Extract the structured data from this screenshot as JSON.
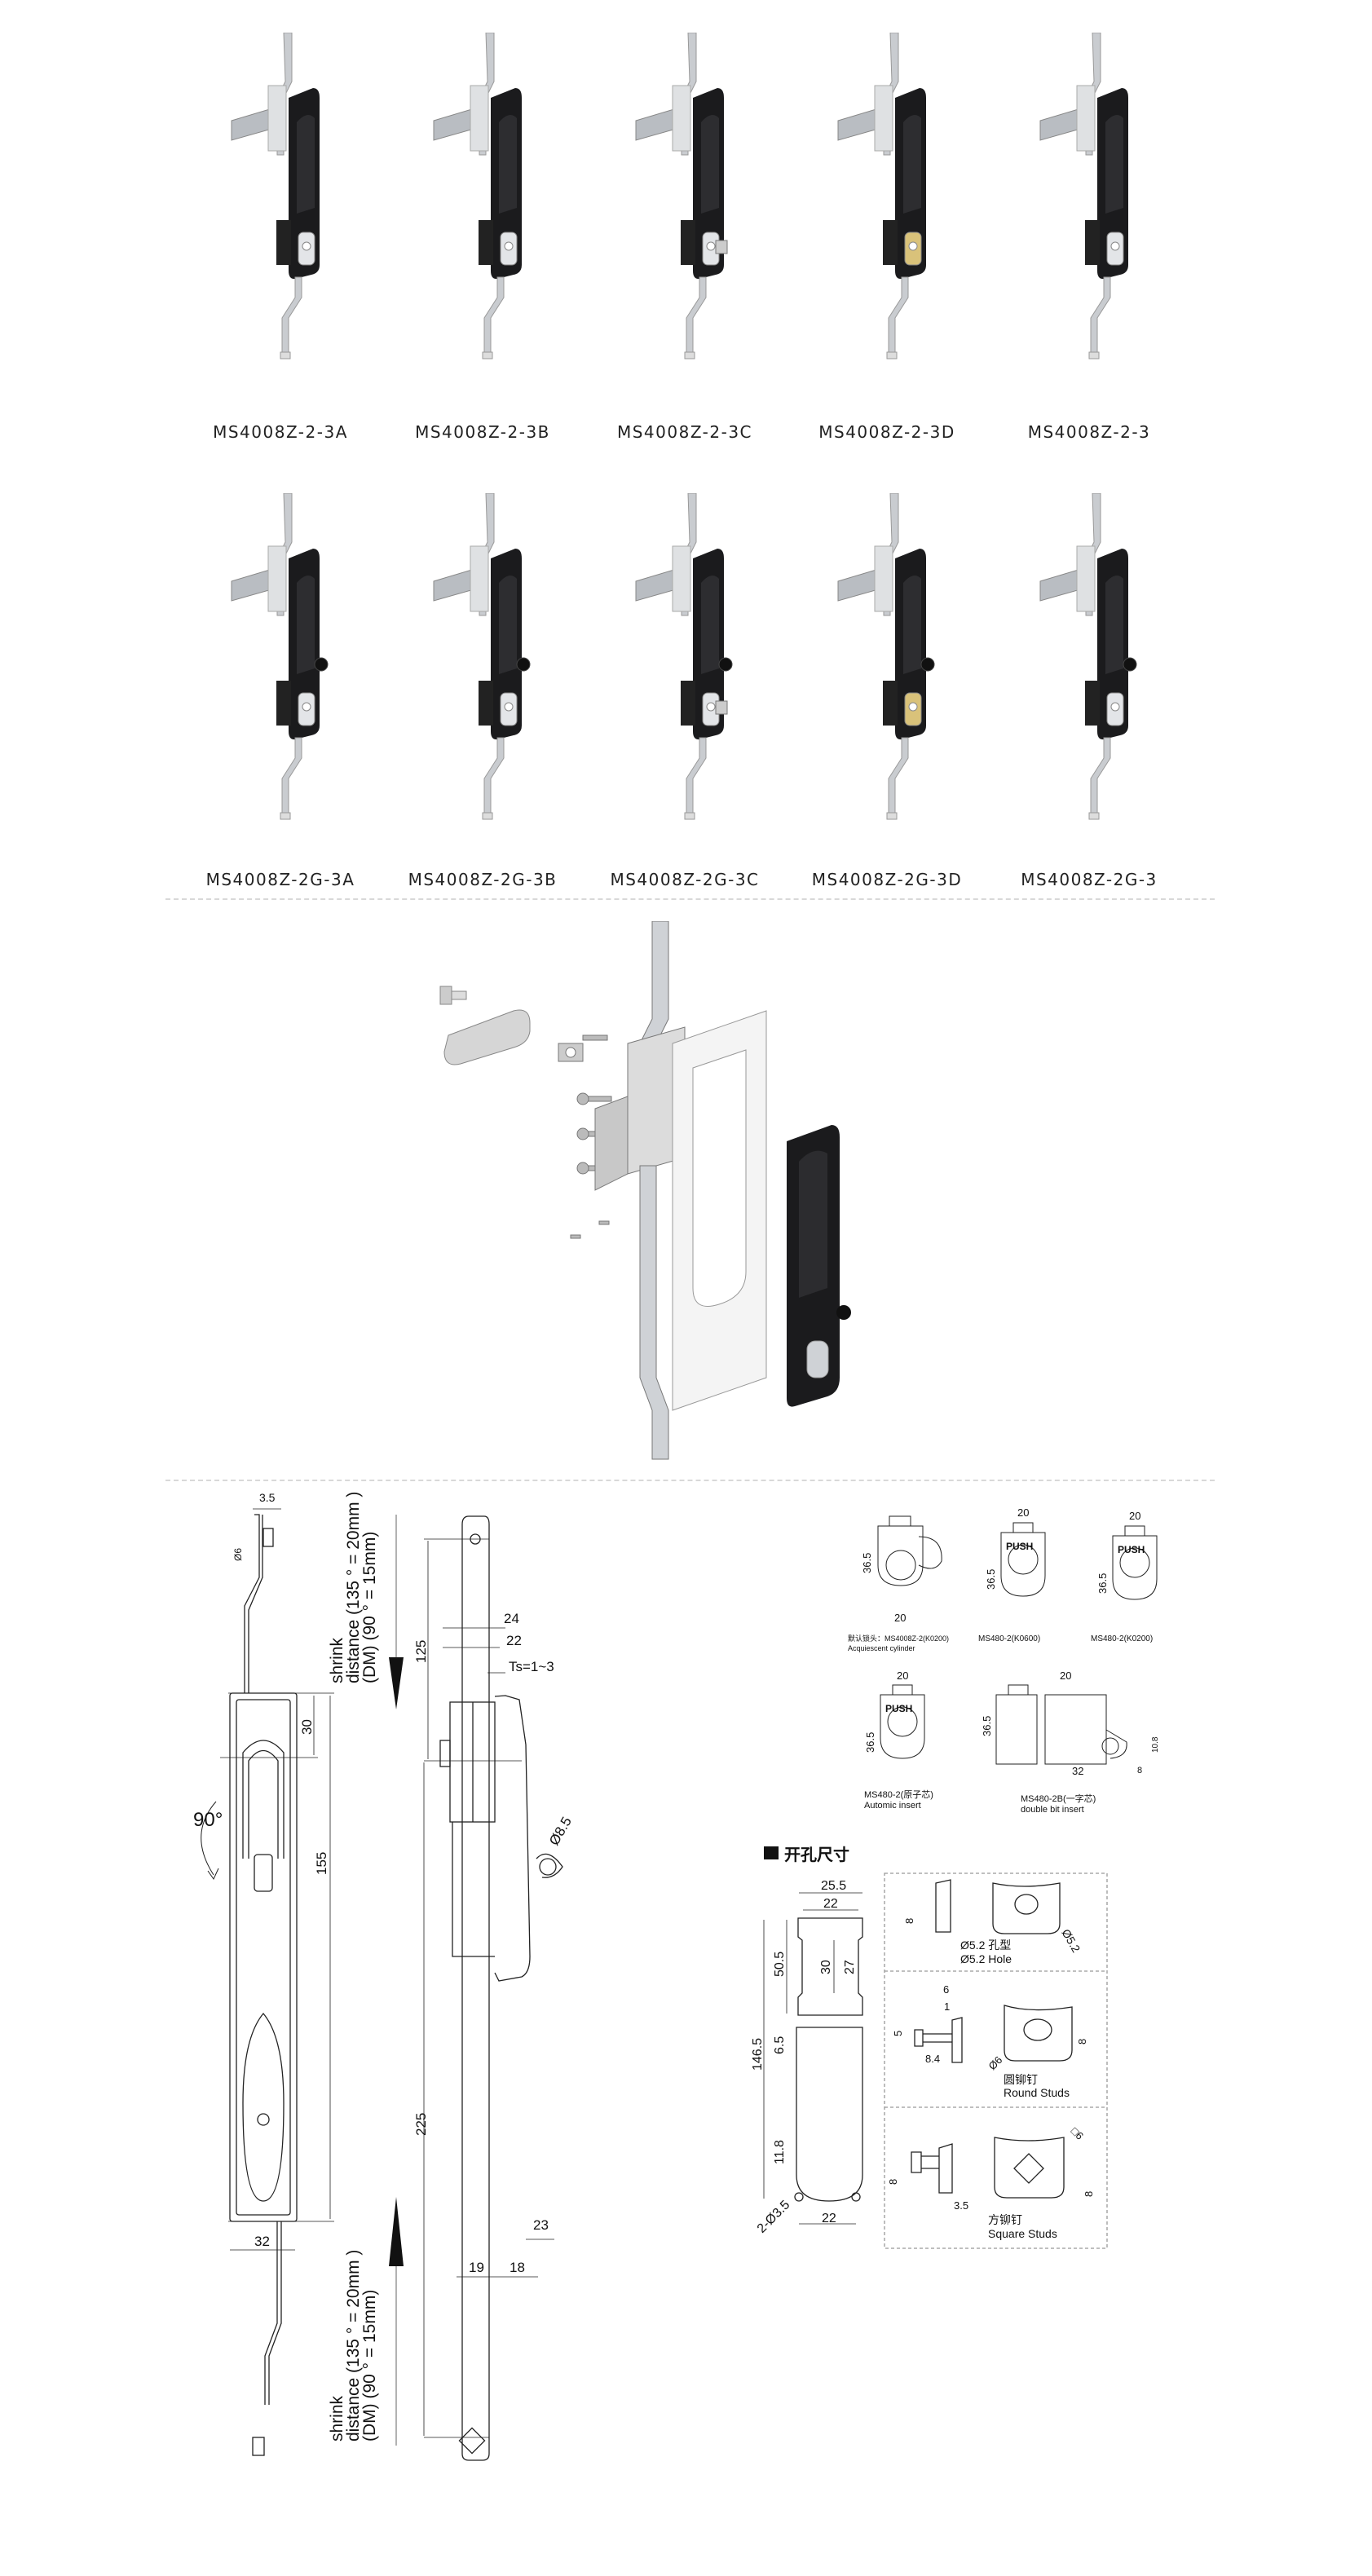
{
  "products_row1": [
    {
      "model": "MS4008Z-2-3A",
      "variant": "2",
      "cylinder": "silver"
    },
    {
      "model": "MS4008Z-2-3B",
      "variant": "2",
      "cylinder": "silver"
    },
    {
      "model": "MS4008Z-2-3C",
      "variant": "2",
      "cylinder": "double-bit"
    },
    {
      "model": "MS4008Z-2-3D",
      "variant": "2",
      "cylinder": "brass"
    },
    {
      "model": "MS4008Z-2-3",
      "variant": "2",
      "cylinder": "silver"
    }
  ],
  "products_row2": [
    {
      "model": "MS4008Z-2G-3A",
      "variant": "2G",
      "cylinder": "silver"
    },
    {
      "model": "MS4008Z-2G-3B",
      "variant": "2G",
      "cylinder": "silver"
    },
    {
      "model": "MS4008Z-2G-3C",
      "variant": "2G",
      "cylinder": "double-bit"
    },
    {
      "model": "MS4008Z-2G-3D",
      "variant": "2G",
      "cylinder": "brass"
    },
    {
      "model": "MS4008Z-2G-3",
      "variant": "2G",
      "cylinder": "silver"
    }
  ],
  "colors": {
    "handle": "#1b1b1d",
    "steel": "#c9ccd0",
    "brass": "#d9c27a",
    "line": "#222222",
    "dash": "#d8d8d8"
  },
  "front_view": {
    "dim_rod": "3.5",
    "dim_stud": "Ø6",
    "dim_top": "30",
    "dim_height": "155",
    "dim_width": "32",
    "rotation": "90°"
  },
  "shrink_text": {
    "line1": "shrink",
    "line2": "distance (135 ° = 20mm )",
    "line3": "(DM)         (90 ° = 15mm)"
  },
  "side_view": {
    "dim_hole_to_center": "125",
    "dim_24": "24",
    "dim_22": "22",
    "ts": "Ts=1~3",
    "dim_total": "225",
    "dim_eye": "Ø8.5",
    "dim_23": "23",
    "dim_19": "19",
    "dim_18": "18"
  },
  "cylinders": [
    {
      "dims": [
        "36.5",
        "20"
      ],
      "label1": "默认锁头：MS4008Z-2(K0200)",
      "label2": "Acquiescent cylinder"
    },
    {
      "dims": [
        "36.5",
        "20"
      ],
      "label1": "MS480-2(K0600)",
      "label2": "",
      "push": "PUSH"
    },
    {
      "dims": [
        "36.5",
        "20"
      ],
      "label1": "MS480-2(K0200)",
      "label2": "",
      "push": "PUSH"
    },
    {
      "dims": [
        "36.5",
        "20"
      ],
      "label1": "MS480-2(原子芯)",
      "label2": "Automic  insert",
      "push": "PUSH"
    },
    {
      "dims": [
        "36.5",
        "20",
        "32",
        "10.8",
        "8"
      ],
      "label1": "MS480-2B(一字芯)",
      "label2": "double bit insert"
    }
  ],
  "cutout": {
    "heading": "开孔尺寸",
    "dims": {
      "w_outer": "25.5",
      "w_inner": "22",
      "h_total": "146.5",
      "h_top": "50.5",
      "h_30": "30",
      "h_27": "27",
      "gap": "6.5",
      "bottom": "11.8",
      "holes": "2-Ø3.5",
      "hole_spacing": "22"
    },
    "hole": {
      "dim_8": "8",
      "dia": "Ø5.2",
      "label_cn": "Ø5.2 孔型",
      "label_en": "Ø5.2 Hole"
    },
    "round_studs": {
      "d6": "6",
      "d1": "1",
      "d5": "5",
      "d84": "8.4",
      "dia": "Ø6",
      "d8": "8",
      "label_cn": "圆铆钉",
      "label_en": "Round Studs"
    },
    "square_studs": {
      "d8a": "8",
      "d35": "3.5",
      "sq": "□6",
      "d8b": "8",
      "label_cn": "方铆钉",
      "label_en": "Square Studs"
    }
  }
}
